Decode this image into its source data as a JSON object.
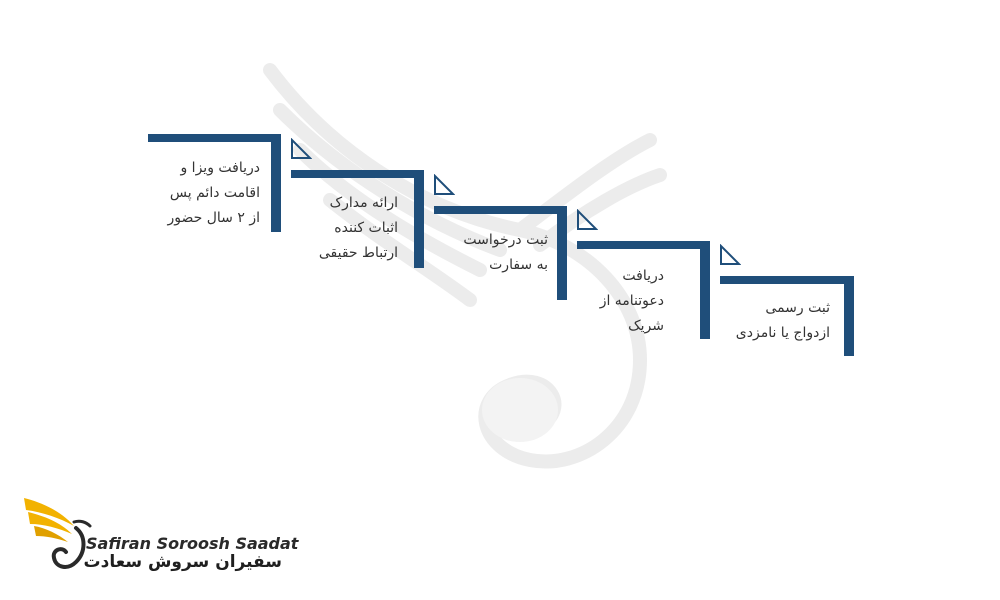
{
  "diagram": {
    "accent_color": "#1f4e7a",
    "steps": [
      {
        "id": 1,
        "lines": [
          "ثبت رسمی",
          "ازدواج یا نامزدی"
        ]
      },
      {
        "id": 2,
        "lines": [
          "دریافت",
          "دعوتنامه از",
          "شریک"
        ]
      },
      {
        "id": 3,
        "lines": [
          "ثبت درخواست",
          "به سفارت"
        ]
      },
      {
        "id": 4,
        "lines": [
          "ارائه مدارک",
          "اثبات کننده",
          "ارتباط حقیقی"
        ]
      },
      {
        "id": 5,
        "lines": [
          "دریافت ویزا و",
          "اقامت دائم پس",
          "از ۲ سال حضور"
        ]
      }
    ]
  },
  "logo": {
    "english": "Safiran Soroosh Saadat",
    "persian": "سفیران سروش سعادت",
    "wing_color": "#f2b200"
  }
}
